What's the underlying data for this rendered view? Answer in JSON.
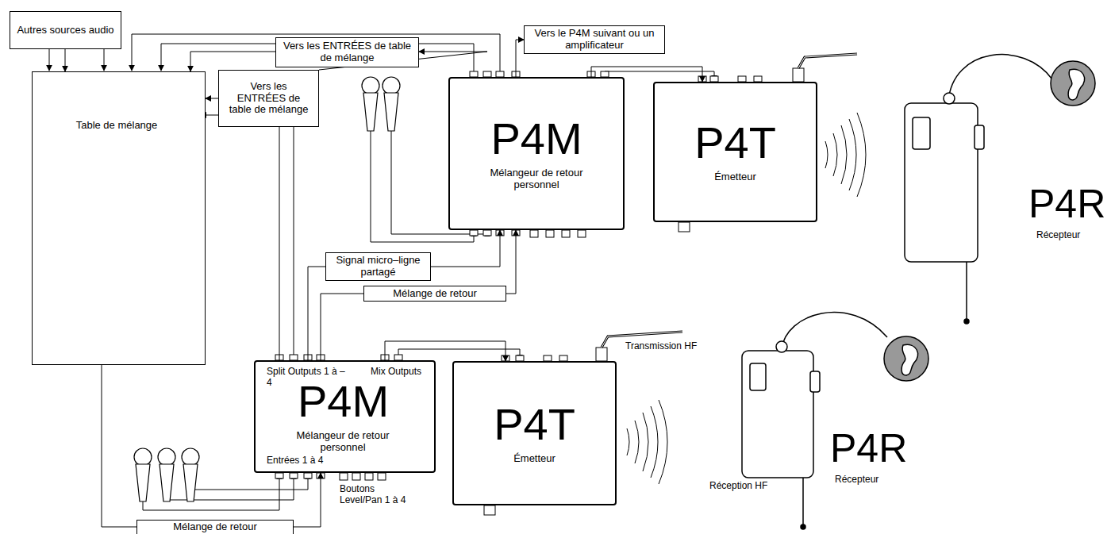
{
  "diagram": {
    "nodes": [
      {
        "text": [
          "Autres sources audio"
        ]
      },
      {
        "text": [
          "Vers les ENTRÉES de table de mélange"
        ]
      },
      {
        "text": [
          "Vers le P4M suivant ou un amplificateur"
        ]
      },
      {
        "text": [
          "Table de mélange"
        ]
      },
      {
        "text": [
          "Vers les ENTRÉES de table de mélange"
        ]
      },
      {
        "text": [
          "P4M",
          "Mélangeur de retour personnel"
        ]
      },
      {
        "text": [
          "P4T",
          "Émetteur"
        ]
      },
      {
        "text": [
          "Signal micro–ligne partagé"
        ]
      },
      {
        "text": [
          "Mélange de retour"
        ]
      },
      {
        "text": [
          "Split Outputs 1 à –4",
          "Mix Outputs",
          "P4M",
          "Mélangeur de retour personnel",
          "Entrées 1 à 4"
        ]
      },
      {
        "text": [
          "P4T",
          "Émetteur"
        ]
      },
      {
        "text": [
          "Mélange de retour"
        ]
      }
    ],
    "edges": [
      {
        "from": 0,
        "to": 3,
        "arrow": "to"
      },
      {
        "from": 4,
        "to": 1,
        "arrow": "to"
      },
      {
        "from": 1,
        "to": 3,
        "arrow": "to"
      },
      {
        "from": 5,
        "to": 2,
        "arrow": "to"
      },
      {
        "from": 5,
        "to": 6,
        "arrow": "to"
      },
      {
        "from": 9,
        "to": 4,
        "arrow": "none"
      },
      {
        "from": 4,
        "to": 3,
        "arrow": "to"
      },
      {
        "from": 9,
        "to": 7,
        "arrow": "none"
      },
      {
        "from": 7,
        "to": 5,
        "arrow": "to"
      },
      {
        "from": 9,
        "to": 8,
        "arrow": "none"
      },
      {
        "from": 8,
        "to": 5,
        "arrow": "to"
      },
      {
        "from": 9,
        "to": 10,
        "arrow": "to"
      },
      {
        "from": 3,
        "to": 11,
        "arrow": "none"
      },
      {
        "from": 11,
        "to": 9,
        "arrow": "to"
      }
    ],
    "labels": [
      "Boutons Level/Pan 1 à 4",
      "Transmission HF",
      "P4R",
      "Récepteur",
      "Réception HF",
      "P4R",
      "Récepteur"
    ]
  }
}
